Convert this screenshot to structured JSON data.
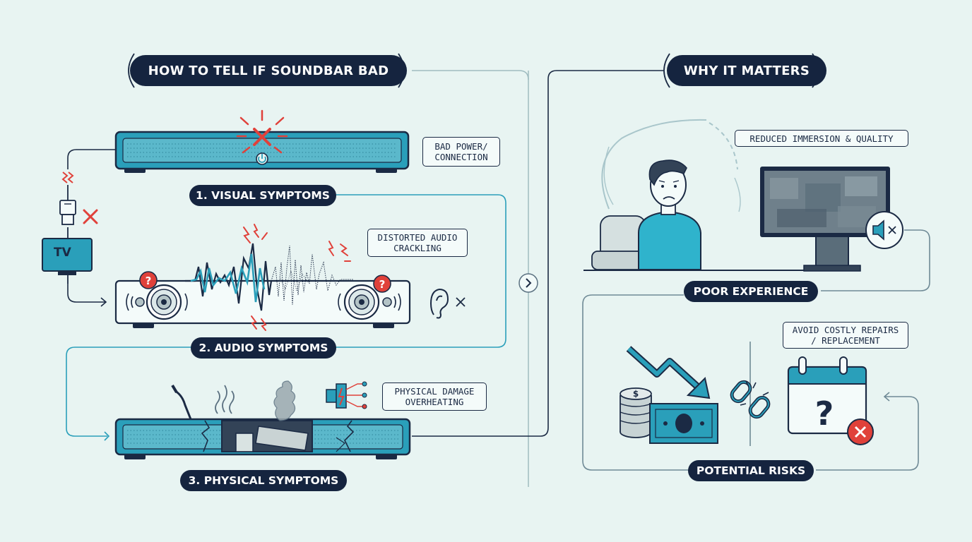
{
  "left_section": {
    "title": "HOW TO TELL IF SOUNDBAR BAD",
    "visual": {
      "label": "1. VISUAL SYMPTOMS",
      "callout": "BAD POWER/\nCONNECTION",
      "tv_label": "TV"
    },
    "audio": {
      "label": "2. AUDIO SYMPTOMS",
      "callout": "DISTORTED AUDIO\nCRACKLING"
    },
    "physical": {
      "label": "3. PHYSICAL SYMPTOMS",
      "callout": "PHYSICAL DAMAGE\nOVERHEATING"
    }
  },
  "right_section": {
    "title": "WHY IT MATTERS",
    "experience": {
      "label": "POOR EXPERIENCE",
      "callout": "REDUCED IMMERSION & QUALITY"
    },
    "risks": {
      "label": "POTENTIAL RISKS",
      "callout": "AVOID COSTLY REPAIRS\n/ REPLACEMENT",
      "money_symbol": "$",
      "question_symbol": "?"
    }
  },
  "colors": {
    "background": "#e8f4f2",
    "navy": "#15243f",
    "teal": "#2a9fba",
    "red": "#e0413a"
  },
  "icons": [
    "power-icon",
    "x-mark-icon",
    "hdmi-plug-icon",
    "tv-icon",
    "speaker-driver-icon",
    "question-badge-icon",
    "ear-icon",
    "antenna-icon",
    "heat-waves-icon",
    "smoke-icon",
    "circuit-icon",
    "person-icon",
    "armchair-icon",
    "muted-speaker-icon",
    "coin-stack-icon",
    "banknote-icon",
    "trend-down-arrow-icon",
    "broken-link-icon",
    "calendar-icon"
  ]
}
